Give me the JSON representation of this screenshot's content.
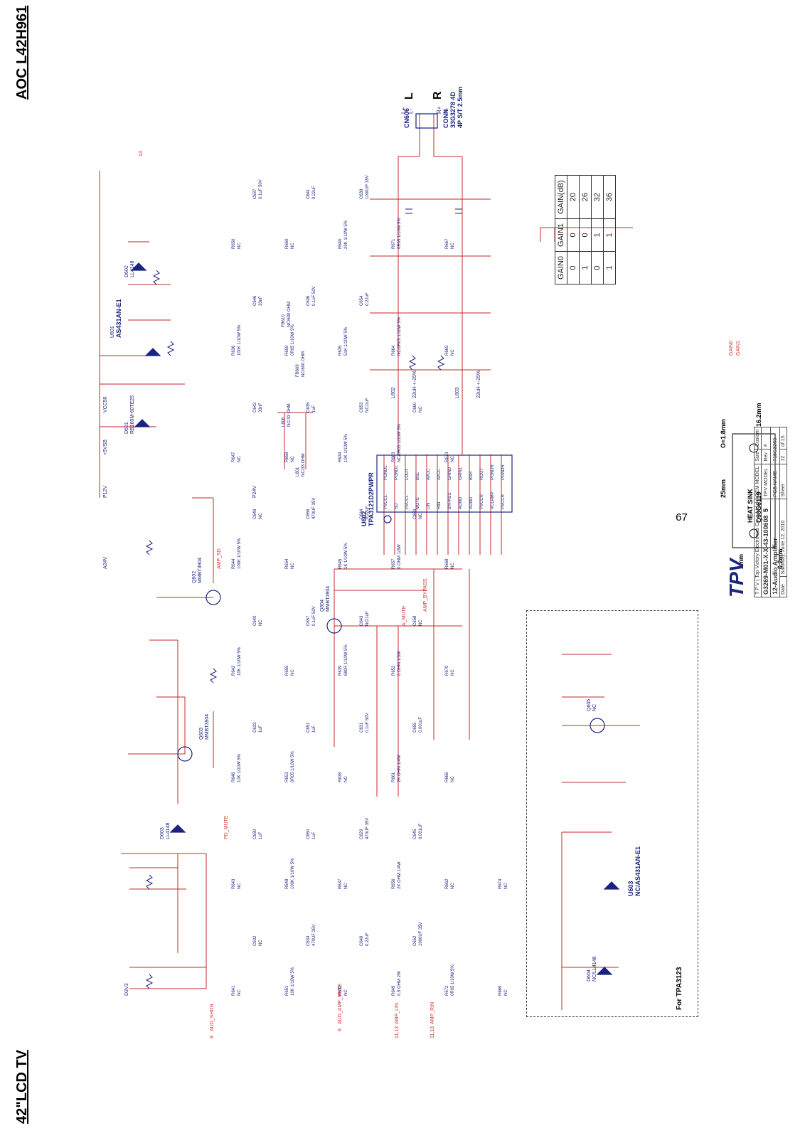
{
  "header": {
    "left_title": "42\"LCD TV",
    "right_title": "AOC L42H961"
  },
  "page_number": "67",
  "nets": {
    "aud_shdn": "AUD_SHDN",
    "aud_amp_mute": "AUD_AMP_MUTE",
    "amp_lin": "AMP_LIN",
    "amp_rin": "AMP_RIN",
    "amp_sd": "AMP_SD",
    "a_mute": "A_MUTE",
    "amp_bypass": "AMP_BYPASS",
    "pd_mute": "PD_MUTE",
    "gain0": "GAIN0",
    "gain1": "GAIN1",
    "ref_8a": "8",
    "ref_8b": "8",
    "ref_1113a": "11,13",
    "ref_1113b": "11,13",
    "ref_13": "13"
  },
  "rails": {
    "d3v3": "D3V3",
    "a24v": "A24V",
    "p12v": "P12V",
    "p5v": "+5VSB",
    "vcc50": "VCC50",
    "p24v": "P24V"
  },
  "components": {
    "u601": "U601",
    "u601_part": "AS431AN-E1",
    "u602": "U602",
    "u602_part": "TPA3121D2PWPR",
    "u603": "U603",
    "u603_part": "NC/AS431AN-E1",
    "q602": "Q602",
    "q602_part": "MMBT3904",
    "q603": "Q603",
    "q603_part": "MMBT3904",
    "q604": "Q604",
    "q604_part": "MMBT3904",
    "q605": "Q605",
    "q605_part": "NC",
    "d601": "D601",
    "d601_part": "RB160M-60TE25",
    "d602": "D602",
    "d602_part": "LL4148",
    "d603": "D603",
    "d603_part": "LL4148",
    "d604": "D604",
    "d604_part": "NC/LL4148",
    "cn606": "CN606",
    "cn606_part": "CONN",
    "cn606_pn": "33G3278 4D",
    "cn606_desc": "4P S/T 2.5mm",
    "l602": "L602",
    "l602_val": "22uH +-25%",
    "l603": "L603",
    "l603_val": "22uH +-25%"
  },
  "resistors": [
    {
      "ref": "R641",
      "val": "NC"
    },
    {
      "ref": "R643",
      "val": "NC"
    },
    {
      "ref": "R646",
      "val": "10K 1/10W 5%"
    },
    {
      "ref": "R642",
      "val": "10K 1/10W 5%"
    },
    {
      "ref": "R644",
      "val": "100K 1/10W 5%"
    },
    {
      "ref": "R647",
      "val": "NC"
    },
    {
      "ref": "R636",
      "val": "100K 1/10W 5%"
    },
    {
      "ref": "R650",
      "val": "NC"
    },
    {
      "ref": "R651",
      "val": "10K 1/10W 5%"
    },
    {
      "ref": "R648",
      "val": "100K 1/10W 5%"
    },
    {
      "ref": "R653",
      "val": "0R05 1/10W 5%"
    },
    {
      "ref": "R655",
      "val": "NC"
    },
    {
      "ref": "R654",
      "val": "NC"
    },
    {
      "ref": "R658",
      "val": "NC"
    },
    {
      "ref": "R659",
      "val": "0R05 1/10W 5%"
    },
    {
      "ref": "R660",
      "val": "NC"
    },
    {
      "ref": "R632",
      "val": "NC"
    },
    {
      "ref": "R637",
      "val": "NC"
    },
    {
      "ref": "R638",
      "val": "NC"
    },
    {
      "ref": "R639",
      "val": "680R 1/10W 5%"
    },
    {
      "ref": "R645",
      "val": "1K 1/10W 5%"
    },
    {
      "ref": "R634",
      "val": "10K 1/10W 5%"
    },
    {
      "ref": "R635",
      "val": "51K 1/10W 5%"
    },
    {
      "ref": "R640",
      "val": "20K 1/10W 5%"
    },
    {
      "ref": "R649",
      "val": "0.5 OHM 2W"
    },
    {
      "ref": "R656",
      "val": "2K OHM 1/4W"
    },
    {
      "ref": "R661",
      "val": "2K OHM 1/4W"
    },
    {
      "ref": "R652",
      "val": "0 OHM 1/3W"
    },
    {
      "ref": "R657",
      "val": "0 OHM 1/3W"
    },
    {
      "ref": "R663",
      "val": "NC/0R05 1/10W 5%"
    },
    {
      "ref": "R664",
      "val": "NC/0R05 1/10W 5%"
    },
    {
      "ref": "R671",
      "val": "0R05 1/10W 5%"
    },
    {
      "ref": "R672",
      "val": "0R05 1/10W 5%"
    },
    {
      "ref": "R662",
      "val": "NC"
    },
    {
      "ref": "R666",
      "val": "NC"
    },
    {
      "ref": "R670",
      "val": "NC"
    },
    {
      "ref": "R668",
      "val": "NC"
    },
    {
      "ref": "R673",
      "val": "NC"
    },
    {
      "ref": "R665",
      "val": "NC"
    },
    {
      "ref": "R667",
      "val": "NC"
    },
    {
      "ref": "R669",
      "val": "NC"
    },
    {
      "ref": "R674",
      "val": "NC"
    }
  ],
  "capacitors": [
    {
      "ref": "C632",
      "val": "NC"
    },
    {
      "ref": "C630",
      "val": "1uF"
    },
    {
      "ref": "C633",
      "val": "1uF"
    },
    {
      "ref": "C640",
      "val": "NC"
    },
    {
      "ref": "C648",
      "val": "NC"
    },
    {
      "ref": "C642",
      "val": "33nF"
    },
    {
      "ref": "C646",
      "val": "33nF"
    },
    {
      "ref": "C637",
      "val": "0.1uF 50V"
    },
    {
      "ref": "C634",
      "val": "470UF 35V"
    },
    {
      "ref": "C650",
      "val": "1uF"
    },
    {
      "ref": "C651",
      "val": "1uF"
    },
    {
      "ref": "C657",
      "val": "0.1uF 50V"
    },
    {
      "ref": "C656",
      "val": "470UF 35V"
    },
    {
      "ref": "C635",
      "val": "1uF"
    },
    {
      "ref": "C636",
      "val": "0.1uF 50V"
    },
    {
      "ref": "C641",
      "val": "0.22uF"
    },
    {
      "ref": "C649",
      "val": "0.22uF"
    },
    {
      "ref": "C629",
      "val": "470UF 35V"
    },
    {
      "ref": "C631",
      "val": "0.1uF 50V"
    },
    {
      "ref": "C643",
      "val": "NC/1uF"
    },
    {
      "ref": "C644",
      "val": "0.22uF"
    },
    {
      "ref": "C653",
      "val": "NC/1uF"
    },
    {
      "ref": "C654",
      "val": "0.22uF"
    },
    {
      "ref": "C638",
      "val": "1000UF 35V"
    },
    {
      "ref": "C652",
      "val": "1000UF 35V"
    },
    {
      "ref": "C645",
      "val": "0.001uF"
    },
    {
      "ref": "C655",
      "val": "0.001uF"
    },
    {
      "ref": "C658",
      "val": "NC"
    },
    {
      "ref": "C659",
      "val": "NC"
    },
    {
      "ref": "C660",
      "val": "NC"
    }
  ],
  "inductors": [
    {
      "ref": "L601",
      "val": "NC/33 OHM"
    },
    {
      "ref": "L606",
      "val": "NC/33 OHM"
    },
    {
      "ref": "FB609",
      "val": "NC/600 OHM"
    },
    {
      "ref": "FB610",
      "val": "NC/600 OHM"
    }
  ],
  "u602_pins_left": [
    "PVCCL",
    "SD",
    "PVCCL",
    "MUTE",
    "LIN",
    "RIN",
    "BYPASS",
    "AGND",
    "AGND",
    "PVCCR",
    "VCLAMP",
    "PVCCR"
  ],
  "u602_pins_right": [
    "PGNDL",
    "PGNDL",
    "LOUT",
    "BSL",
    "AVCC",
    "AVCC",
    "GAIN0",
    "GAIN1",
    "BSR",
    "ROUT",
    "PGNDR",
    "PGNDR"
  ],
  "connector": {
    "lplus": "L+",
    "lminus": "L-",
    "rplus": "R+",
    "rminus": "R-",
    "l": "L",
    "r": "R"
  },
  "gain_table": {
    "headers": [
      "GAIN0",
      "GAIN1",
      "GAIN(dB)"
    ],
    "rows": [
      [
        "0",
        "0",
        "20"
      ],
      [
        "1",
        "0",
        "26"
      ],
      [
        "0",
        "1",
        "32"
      ],
      [
        "1",
        "1",
        "36"
      ]
    ]
  },
  "heatsink": {
    "name": "HEAT SINK",
    "pn": "Q90G6119",
    "d1": "3mm",
    "d2": "6.2mm",
    "d3": "25mm",
    "d4": "O=1.8mm",
    "d5": "16.2mm",
    "pin": "5"
  },
  "tpa3123_label": "For TPA3123",
  "title_block": {
    "company": "T P V  ( Top  Victory  Electronics  Co . ,  Ltd. )",
    "oem": "OEM MODEL",
    "size": "Size",
    "custom": "Custom",
    "tpv_model": "TPV MODEL",
    "rev": "Rev",
    "rev_val": "F",
    "model_val": "G3269-M01-X-X-43-100608",
    "pcb_name": "PCB NAME",
    "pcb_val": "715G3269",
    "title_val": "12-Audio Amplifier",
    "date": "Date",
    "date_val": "Saturday, June 12, 2010",
    "sheet": "Sheet",
    "sheet_val": "12",
    "of": "of",
    "of_val": "15",
    "logo": "TPV"
  }
}
